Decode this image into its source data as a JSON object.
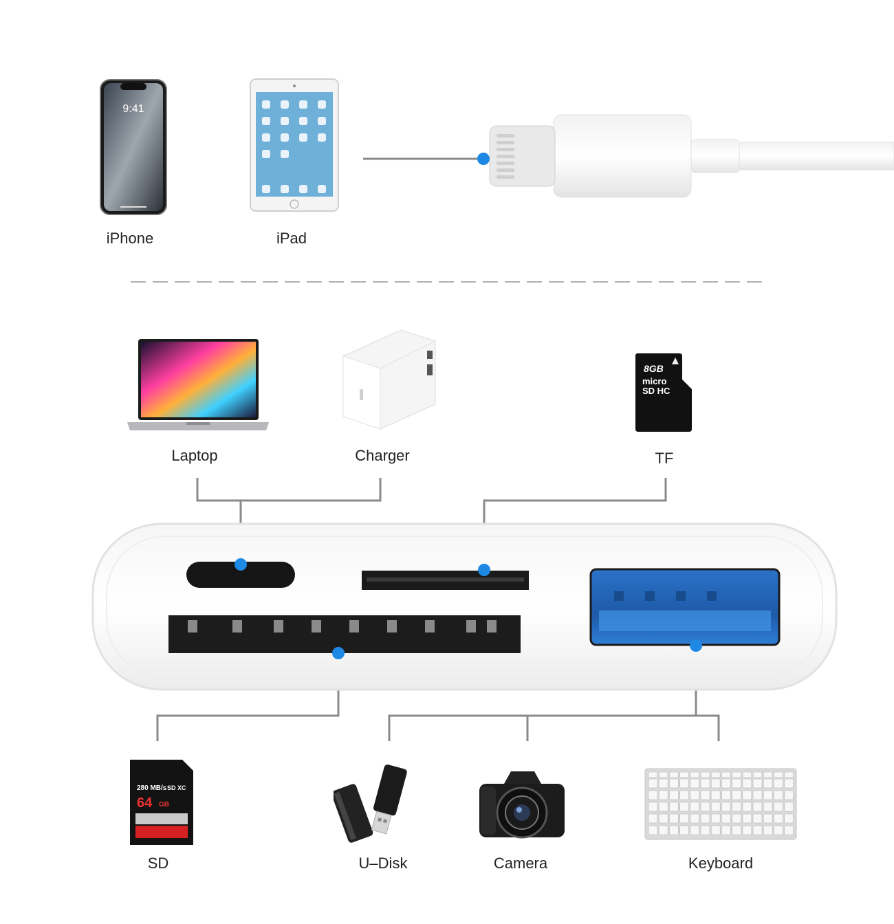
{
  "devices_top": [
    {
      "label": "iPhone",
      "icon": "iphone-icon"
    },
    {
      "label": "iPad",
      "icon": "ipad-icon"
    }
  ],
  "lightning": {
    "icon": "lightning-connector-icon"
  },
  "sources": [
    {
      "label": "Laptop",
      "icon": "laptop-icon"
    },
    {
      "label": "Charger",
      "icon": "charger-icon"
    },
    {
      "label": "TF",
      "icon": "microsd-card-icon"
    }
  ],
  "tf_card": {
    "capacity": "8GB",
    "brand": "micro SD HC"
  },
  "adapter": {
    "icon": "card-reader-adapter-icon"
  },
  "targets": [
    {
      "label": "SD",
      "icon": "sd-card-icon"
    },
    {
      "label": "U–Disk",
      "icon": "usb-drive-icon"
    },
    {
      "label": "Camera",
      "icon": "camera-icon"
    },
    {
      "label": "Keyboard",
      "icon": "keyboard-icon"
    }
  ],
  "sd_card": {
    "speed": "280 MB/s",
    "capacity": "64",
    "unit": "GB",
    "format": "SD XC"
  },
  "colors": {
    "dot": "#1e88e5",
    "line": "#8a8a8a"
  }
}
